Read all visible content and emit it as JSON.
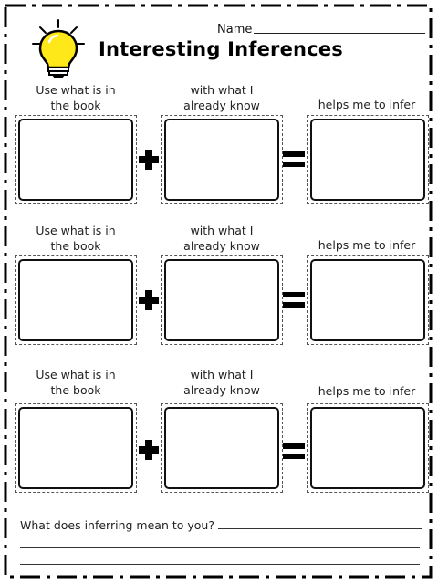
{
  "header": {
    "name_label": "Name",
    "title": "Interesting Inferences"
  },
  "columns": {
    "book": [
      "Use what is in",
      "the book"
    ],
    "know": [
      "with what I",
      "already know"
    ],
    "infer": [
      "helps me to infer"
    ]
  },
  "rows": [
    {
      "operator_1": "plus",
      "operator_2": "equals"
    },
    {
      "operator_1": "plus",
      "operator_2": "equals"
    },
    {
      "operator_1": "plus",
      "operator_2": "equals"
    }
  ],
  "footer": {
    "question": "What does inferring mean to you?"
  },
  "icons": {
    "bulb": "lightbulb-icon"
  },
  "colors": {
    "bulb_yellow": "#ffe81a",
    "ink": "#000000"
  }
}
